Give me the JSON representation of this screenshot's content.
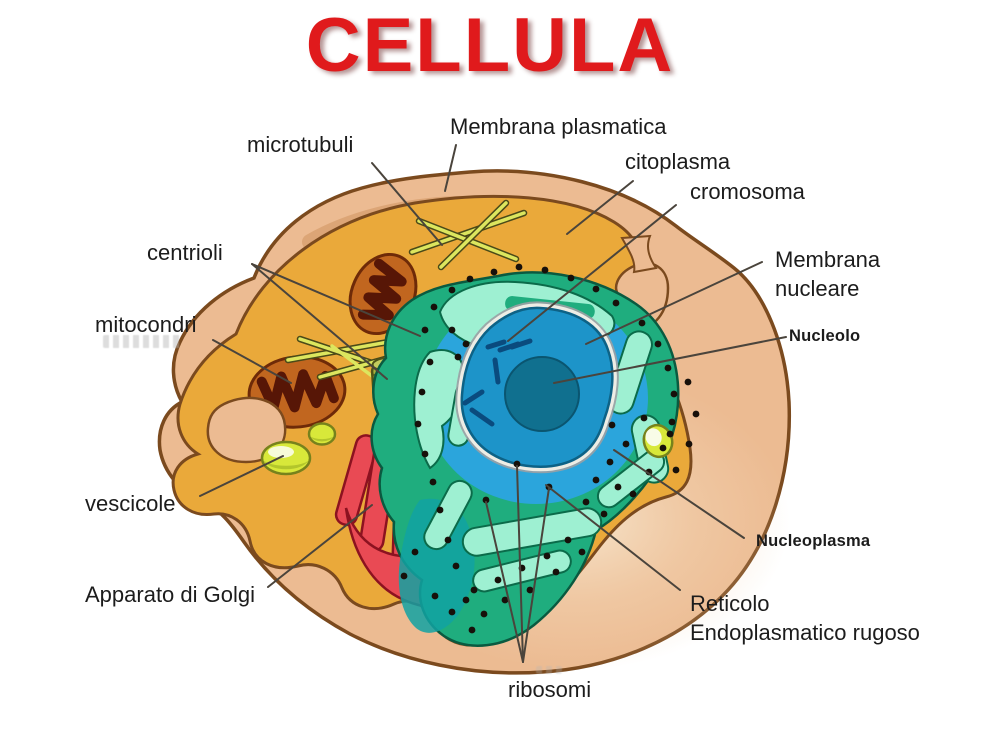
{
  "title": {
    "text": "CELLULA"
  },
  "labels": {
    "microtubuli": "microtubuli",
    "membrana_plasmatica": "Membrana plasmatica",
    "citoplasma": "citoplasma",
    "cromosoma": "cromosoma",
    "centrioli": "centrioli",
    "mitocondri": "mitocondri",
    "membrana_nucleare_1": "Membrana",
    "membrana_nucleare_2": "nucleare",
    "nucleolo": "Nucleolo",
    "vescicole": "vescicole",
    "apparato_di_golgi": "Apparato di Golgi",
    "nucleoplasma": "Nucleoplasma",
    "reticolo_1": "Reticolo",
    "reticolo_2": "Endoplasmatico rugoso",
    "ribosomi": "ribosomi"
  },
  "colors": {
    "title_red": "#e01a1c",
    "label_text": "#1c1c1c",
    "leader_line": "#4a443c",
    "membrane_tan": "#ecbb92",
    "membrane_outline": "#7b4a1e",
    "cytoplasm_yellow": "#eaa93a",
    "er_teal": "#1fad7e",
    "er_mint": "#9ef0d2",
    "nucleus_blue": "#1d94c9",
    "nucleolus_blue": "#10708f",
    "mitochondrion_orange": "#c1661f",
    "mitochondrion_dark": "#571606",
    "golgi_red": "#e94a54",
    "vesicle_green": "#d8e83a",
    "centriole_olive": "#a8b13d",
    "microtubule_yellow": "#dce65e"
  }
}
